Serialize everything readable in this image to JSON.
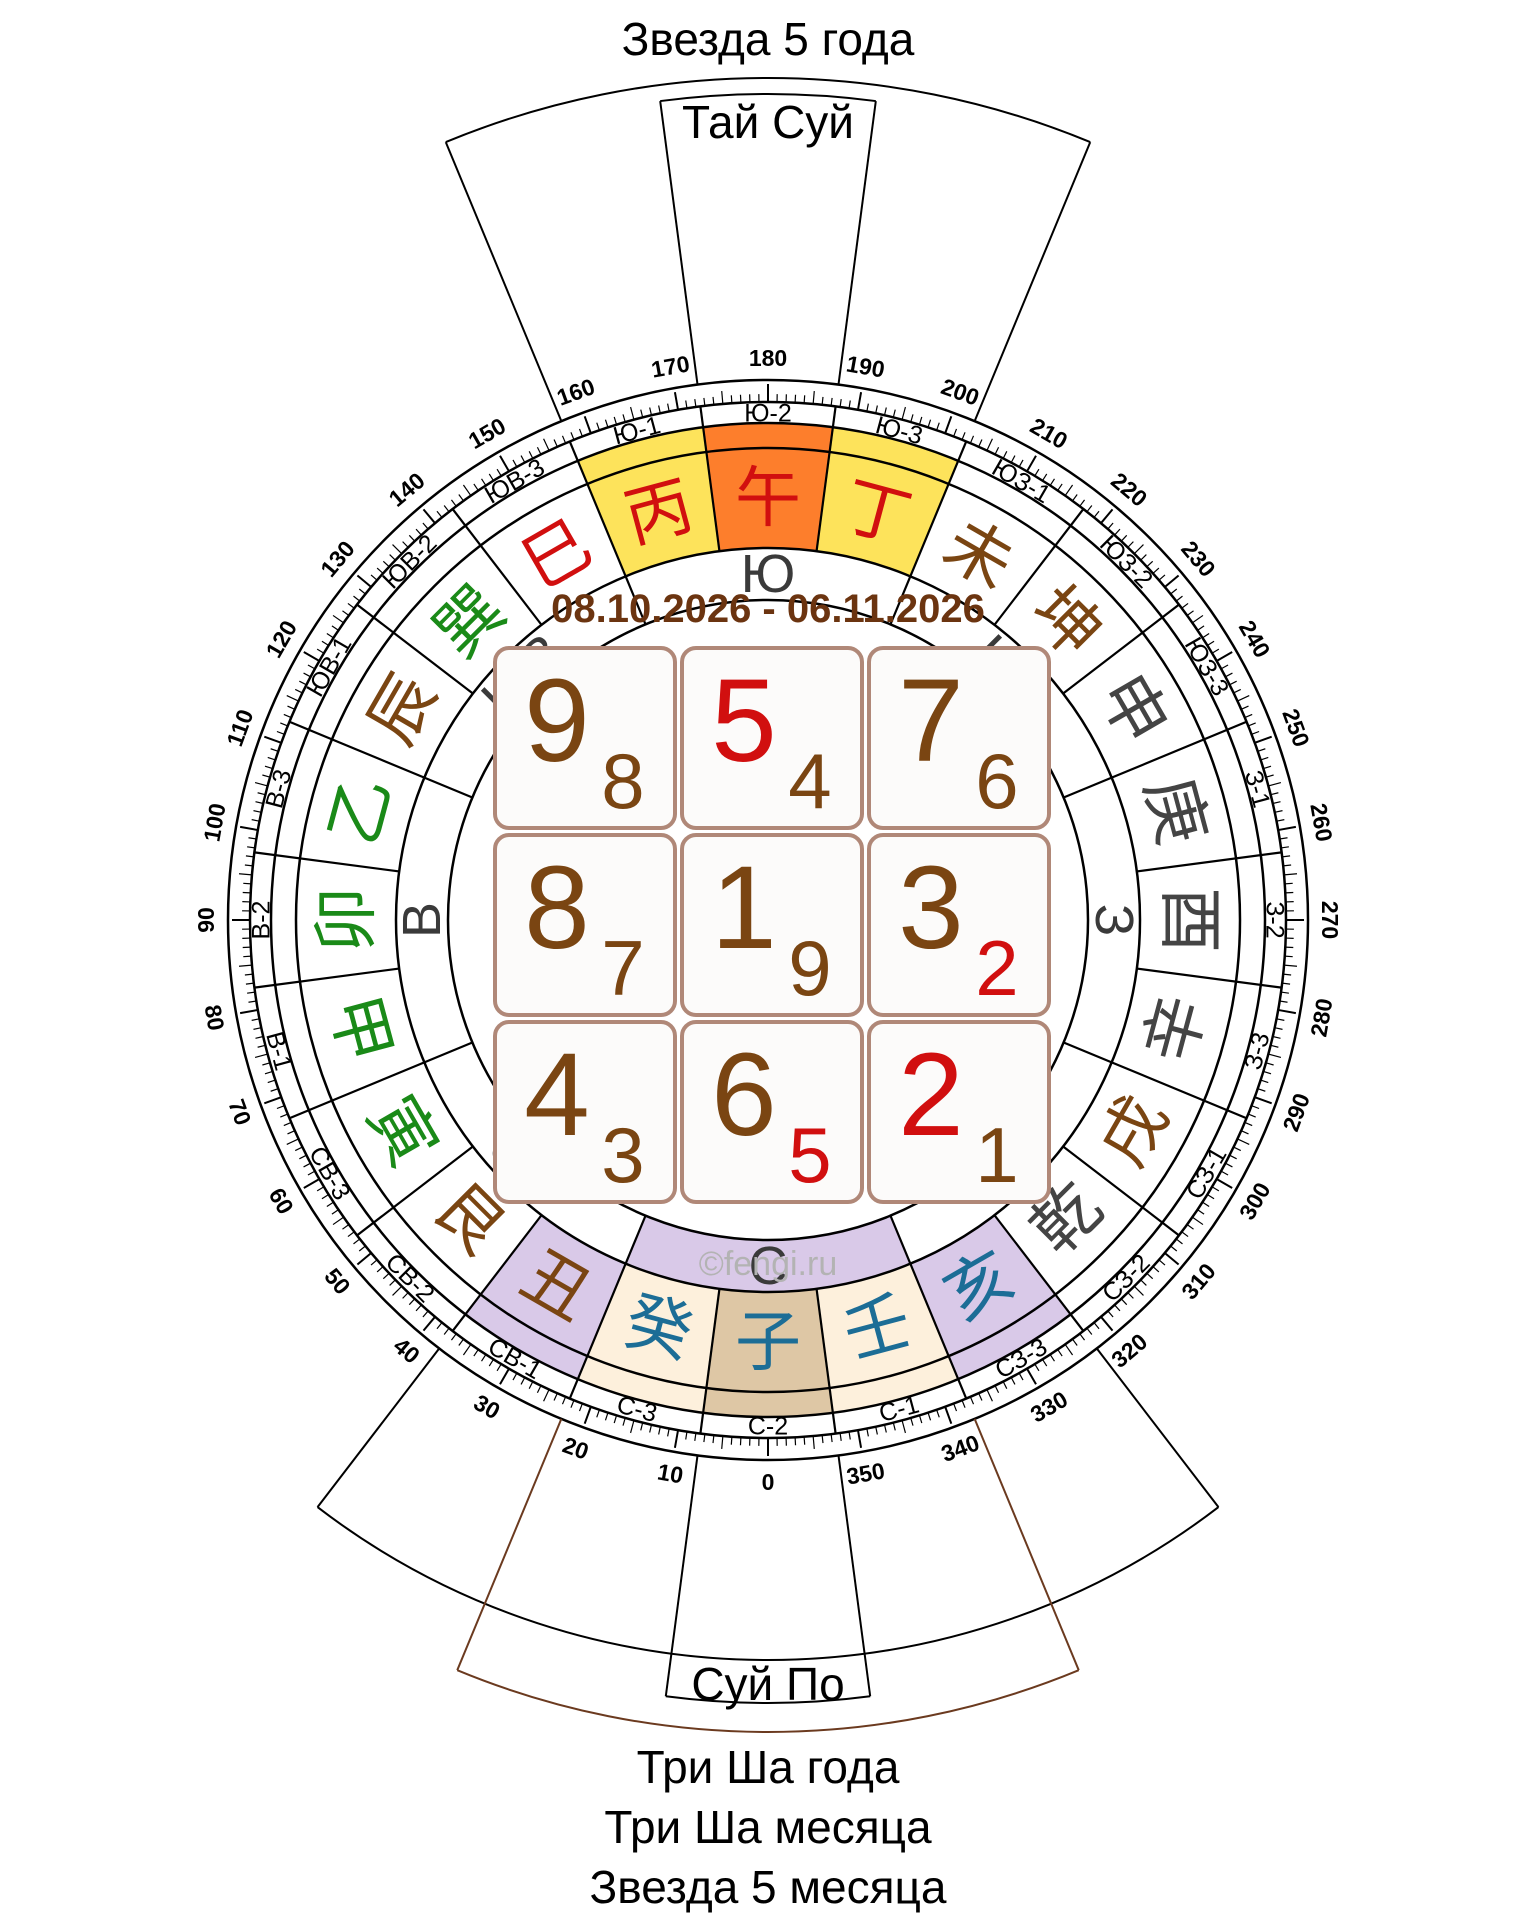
{
  "labels": {
    "star5_year": "Звезда 5 года",
    "tai_sui": "Тай Суй",
    "sui_po": "Суй По",
    "three_sha_year": "Три Ша года",
    "three_sha_month": "Три Ша месяца",
    "star5_month": "Звезда 5 месяца",
    "dates": "08.10.2026 - 06.11.2026",
    "watermark": "©fengi.ru"
  },
  "directions": [
    "С",
    "СВ",
    "В",
    "ЮВ",
    "Ю",
    "ЮЗ",
    "З",
    "СЗ"
  ],
  "sectors": [
    {
      "sub": "С-2",
      "hanzi": "子"
    },
    {
      "sub": "С-3",
      "hanzi": "癸"
    },
    {
      "sub": "СВ-1",
      "hanzi": "丑"
    },
    {
      "sub": "СВ-2",
      "hanzi": "艮"
    },
    {
      "sub": "СВ-3",
      "hanzi": "寅"
    },
    {
      "sub": "В-1",
      "hanzi": "甲"
    },
    {
      "sub": "В-2",
      "hanzi": "卯"
    },
    {
      "sub": "В-3",
      "hanzi": "乙"
    },
    {
      "sub": "ЮВ-1",
      "hanzi": "辰"
    },
    {
      "sub": "ЮВ-2",
      "hanzi": "巽"
    },
    {
      "sub": "ЮВ-3",
      "hanzi": "巳"
    },
    {
      "sub": "Ю-1",
      "hanzi": "丙"
    },
    {
      "sub": "Ю-2",
      "hanzi": "午"
    },
    {
      "sub": "Ю-3",
      "hanzi": "丁"
    },
    {
      "sub": "ЮЗ-1",
      "hanzi": "未"
    },
    {
      "sub": "ЮЗ-2",
      "hanzi": "坤"
    },
    {
      "sub": "ЮЗ-3",
      "hanzi": "申"
    },
    {
      "sub": "З-1",
      "hanzi": "庚"
    },
    {
      "sub": "З-2",
      "hanzi": "酉"
    },
    {
      "sub": "З-3",
      "hanzi": "辛"
    },
    {
      "sub": "СЗ-1",
      "hanzi": "戌"
    },
    {
      "sub": "СЗ-2",
      "hanzi": "乾"
    },
    {
      "sub": "СЗ-3",
      "hanzi": "亥"
    },
    {
      "sub": "С-1",
      "hanzi": "壬"
    }
  ],
  "degree_labels": [
    "0",
    "10",
    "20",
    "30",
    "40",
    "50",
    "60",
    "70",
    "80",
    "90",
    "100",
    "110",
    "120",
    "130",
    "140",
    "150",
    "160",
    "170",
    "180",
    "190",
    "200",
    "210",
    "220",
    "230",
    "240",
    "250",
    "260",
    "270",
    "280",
    "290",
    "300",
    "310",
    "320",
    "330",
    "340",
    "350"
  ],
  "grid": [
    [
      {
        "big": "9",
        "small": "8",
        "big_red": false,
        "small_red": false
      },
      {
        "big": "5",
        "small": "4",
        "big_red": true,
        "small_red": false
      },
      {
        "big": "7",
        "small": "6",
        "big_red": false,
        "small_red": false
      }
    ],
    [
      {
        "big": "8",
        "small": "7",
        "big_red": false,
        "small_red": false
      },
      {
        "big": "1",
        "small": "9",
        "big_red": false,
        "small_red": false
      },
      {
        "big": "3",
        "small": "2",
        "big_red": false,
        "small_red": true
      }
    ],
    [
      {
        "big": "4",
        "small": "3",
        "big_red": false,
        "small_red": false
      },
      {
        "big": "6",
        "small": "5",
        "big_red": false,
        "small_red": true
      },
      {
        "big": "2",
        "small": "1",
        "big_red": true,
        "small_red": false
      }
    ]
  ],
  "colors": {
    "yellow": "#fde35b",
    "orange": "#fd7e2c",
    "lavender": "#d9c9e8",
    "peach": "#fdf0dc",
    "tan": "#dec7a5",
    "brown": "#7a4512",
    "red": "#d10f0f",
    "green": "#1a8a18",
    "blue": "#1c6d96",
    "gray": "#444444",
    "arc_brown": "#6b3a1f",
    "cell_border": "#b08878",
    "cell_fill": "#fcfbfa"
  }
}
